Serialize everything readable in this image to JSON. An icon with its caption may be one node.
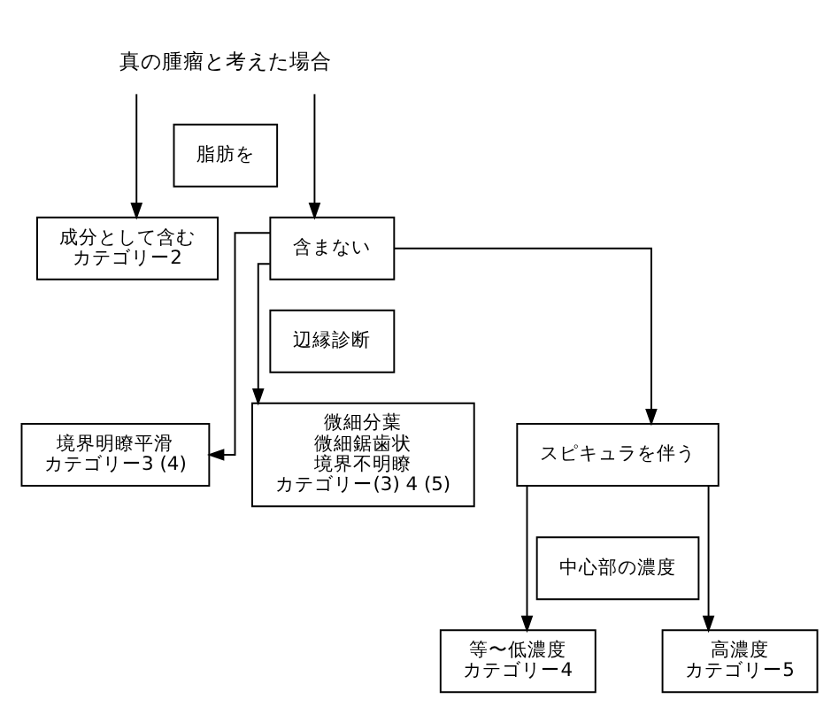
{
  "diagram": {
    "nodes": [
      {
        "text": [
          "真の腫瘤と考えた場合"
        ]
      },
      {
        "text": [
          "脂肪を"
        ]
      },
      {
        "text": [
          "成分として含む",
          "カテゴリー2"
        ]
      },
      {
        "text": [
          "含まない"
        ]
      },
      {
        "text": [
          "辺縁診断"
        ]
      },
      {
        "text": [
          "境界明瞭平滑",
          "カテゴリー3 (4)"
        ]
      },
      {
        "text": [
          "微細分葉",
          "微細鋸歯状",
          "境界不明瞭",
          "カテゴリー(3) 4 (5)"
        ]
      },
      {
        "text": [
          "スピキュラを伴う"
        ]
      },
      {
        "text": [
          "中心部の濃度"
        ]
      },
      {
        "text": [
          "等〜低濃度",
          "カテゴリー4"
        ]
      },
      {
        "text": [
          "高濃度",
          "カテゴリー5"
        ]
      }
    ],
    "edges": [
      {
        "from": 0,
        "to": 2,
        "arrow": "to"
      },
      {
        "from": 0,
        "to": 3,
        "arrow": "to"
      },
      {
        "from": 3,
        "to": 5,
        "arrow": "to"
      },
      {
        "from": 3,
        "to": 6,
        "arrow": "to"
      },
      {
        "from": 3,
        "to": 7,
        "arrow": "to"
      },
      {
        "from": 7,
        "to": 9,
        "arrow": "to"
      },
      {
        "from": 7,
        "to": 10,
        "arrow": "to"
      }
    ]
  }
}
